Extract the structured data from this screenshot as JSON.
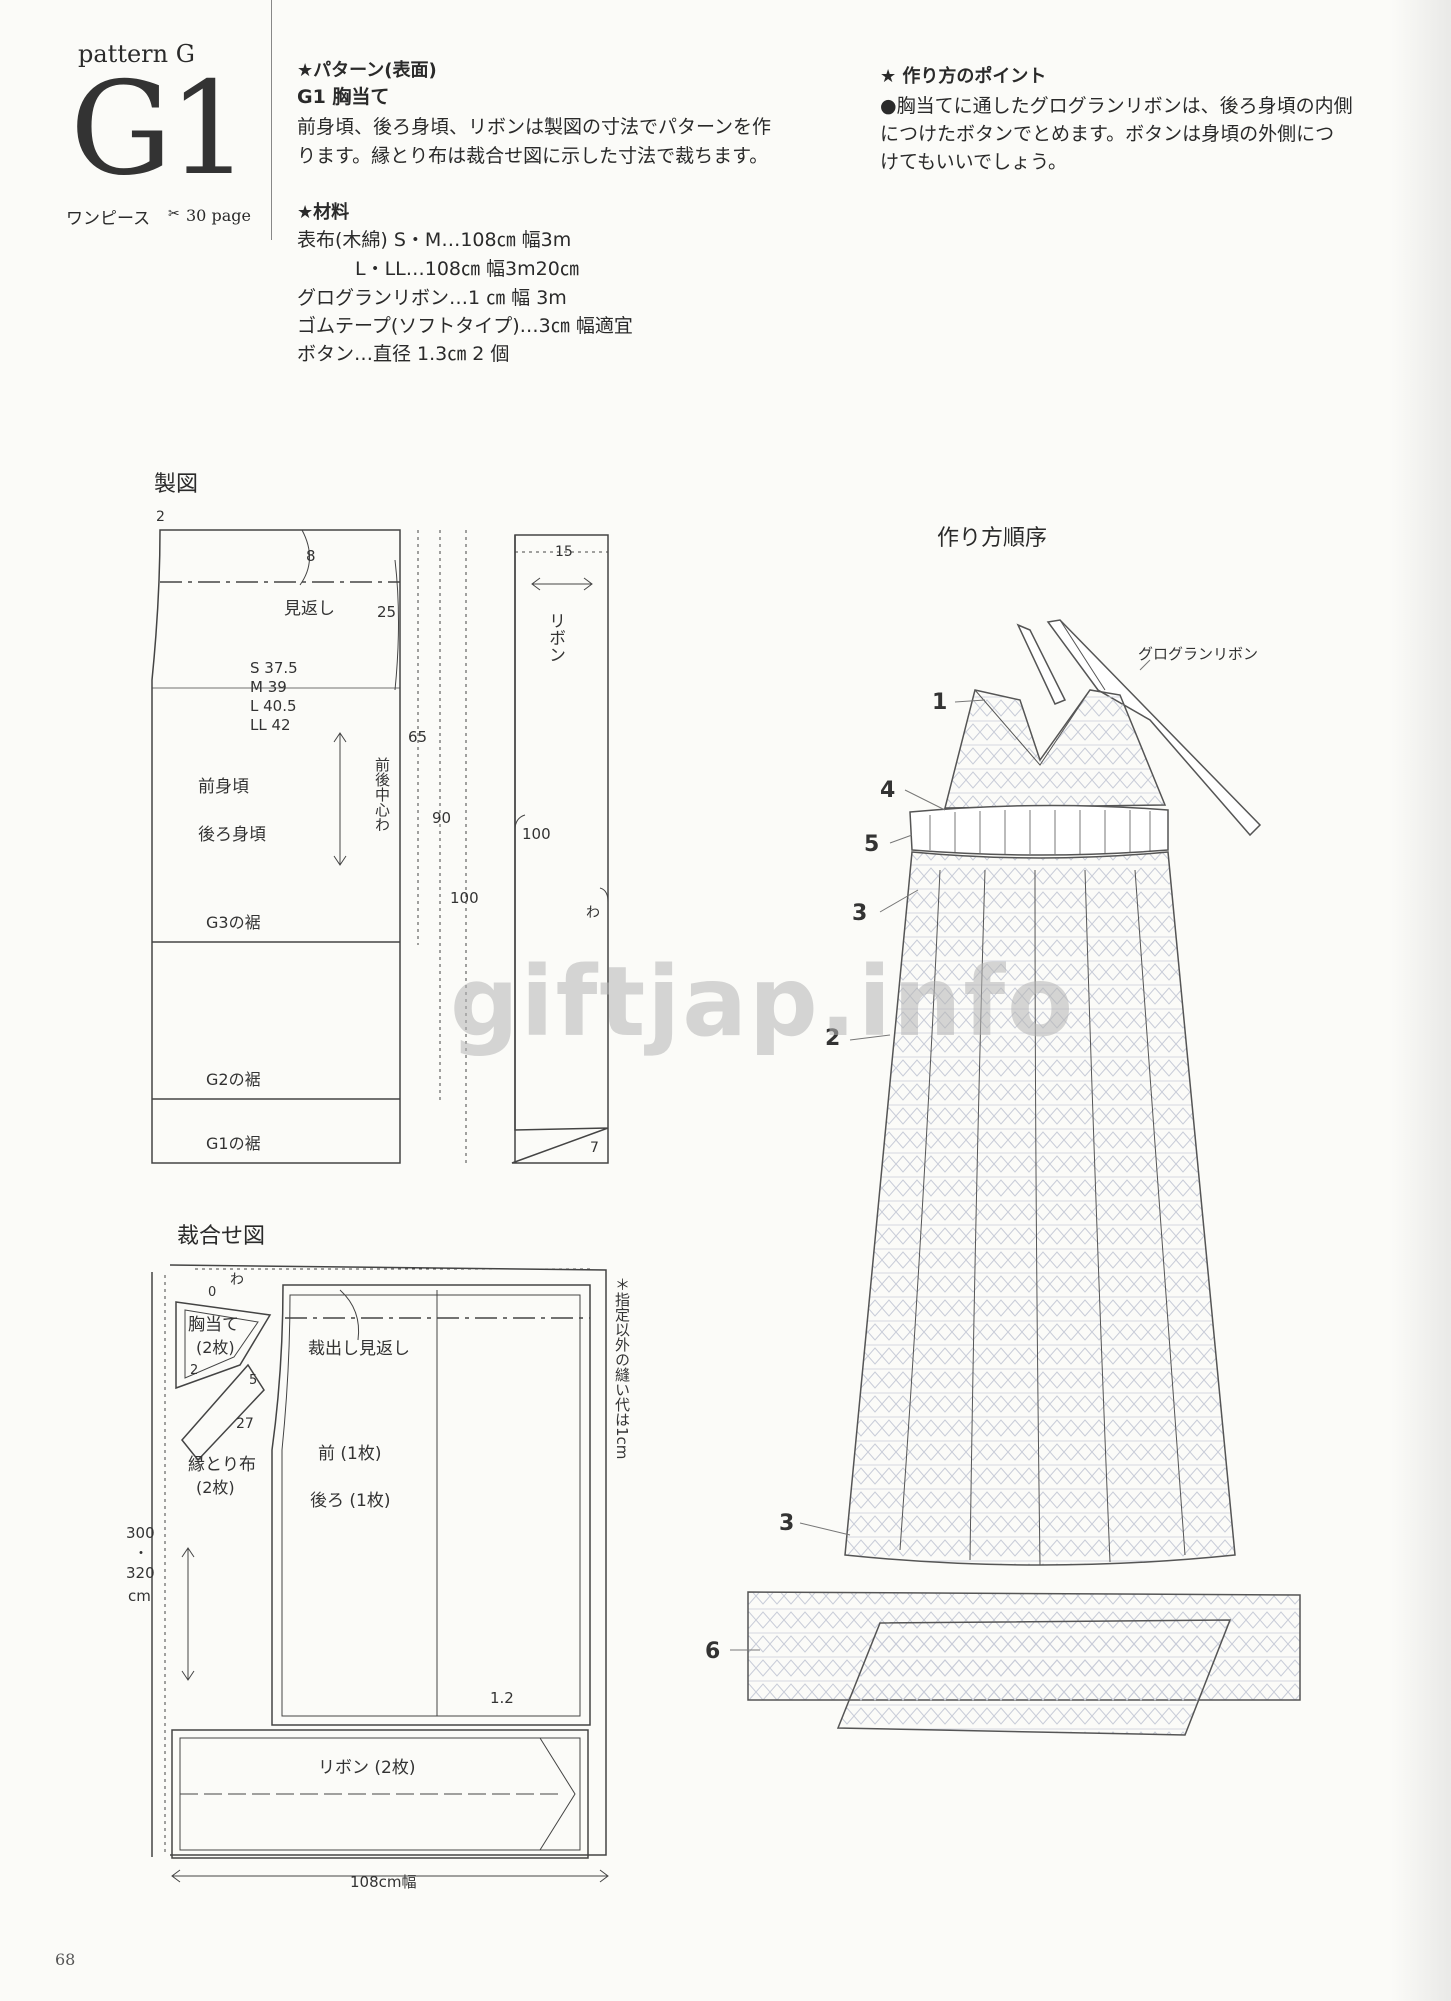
{
  "header": {
    "pattern_label": "pattern G",
    "pattern_code": "G1",
    "subtitle": "ワンピース",
    "page_ref": "30 page"
  },
  "pattern_section": {
    "heading": "★パターン(表面)",
    "item": "G1 胸当て",
    "text_1": "前身頃、後ろ身頃、リボンは製図の寸法でパターンを作",
    "text_2": "ります。縁とり布は裁合せ図に示した寸法で裁ちます。"
  },
  "materials_section": {
    "heading": "★材料",
    "lines": [
      "表布(木綿) S・M…108㎝ 幅3m",
      "L・LL…108㎝ 幅3m20㎝",
      "グログランリボン…1 ㎝ 幅 3m",
      "ゴムテープ(ソフトタイプ)…3㎝ 幅適宜",
      "ボタン…直径 1.3㎝ 2 個"
    ]
  },
  "points_section": {
    "heading": "★ 作り方のポイント",
    "lines": [
      "●胸当てに通したグログランリボンは、後ろ身頃の内側",
      "につけたボタンでとめます。ボタンは身頃の外側につ",
      "けてもいいでしょう。"
    ]
  },
  "drafting": {
    "title": "製図",
    "labels": {
      "top_offset": "2",
      "curve": "8",
      "facing": "見返し",
      "facing_depth": "25",
      "size_s": "S 37.5",
      "size_m": "M 39",
      "size_l": "L 40.5",
      "size_ll": "LL 42",
      "front": "前身頃",
      "back": "後ろ身頃",
      "center_fold": "前後中心わ",
      "g3_hem": "G3の裾",
      "g2_hem": "G2の裾",
      "g1_hem": "G1の裾",
      "len_65": "65",
      "len_90": "90",
      "len_100": "100",
      "ribbon_width": "15",
      "ribbon": "リボン",
      "ribbon_len": "100",
      "ribbon_fold": "わ",
      "ribbon_end": "7"
    }
  },
  "cutting": {
    "title": "裁合せ図",
    "labels": {
      "fold": "わ",
      "bib_zero": "0",
      "bib": "胸当て",
      "bib_count": "(2枚)",
      "bib_two": "2",
      "binding_five": "5",
      "binding_len": "27",
      "binding": "縁とり布",
      "binding_count": "(2枚)",
      "cut_facing": "裁出し見返し",
      "front_piece": "前 (1枚)",
      "back_piece": "後ろ (1枚)",
      "seam_note": "＊指定以外の縫い代は1cm",
      "length_a": "300",
      "length_dot": "・",
      "length_b": "320",
      "length_unit": "cm",
      "margin_12": "1.2",
      "ribbon_piece": "リボン (2枚)",
      "fabric_width": "108cm幅"
    }
  },
  "steps": {
    "title": "作り方順序",
    "ribbon_label": "グログランリボン",
    "numbers": [
      "1",
      "4",
      "5",
      "3",
      "2",
      "3",
      "6"
    ]
  },
  "watermark": "giftjap.info",
  "page_number": "68"
}
